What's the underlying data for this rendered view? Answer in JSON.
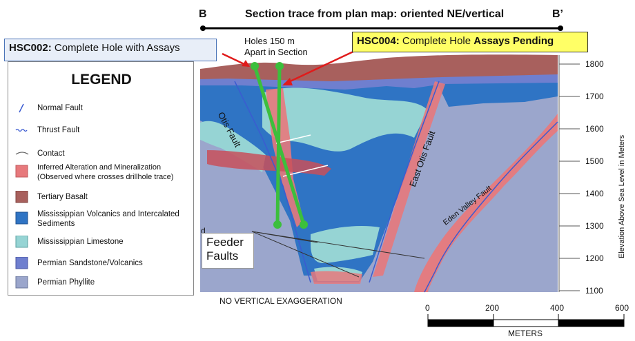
{
  "title": {
    "start_label": "B",
    "end_label": "B’",
    "text": "Section trace from plan map: oriented NE/vertical"
  },
  "callouts": {
    "hsc002_id": "HSC002:",
    "hsc002_text": "Complete Hole with Assays",
    "hsc004_id": "HSC004:",
    "hsc004_text_a": "Complete Hole",
    "hsc004_text_b": "Assays Pending",
    "holes_spacing_line1": "Holes 150 m",
    "holes_spacing_line2": "Apart in Section"
  },
  "legend": {
    "title": "LEGEND",
    "items": [
      {
        "label": "Normal Fault",
        "symbol": "normal-fault",
        "color": "#3b5bd1"
      },
      {
        "label": "Thrust Fault",
        "symbol": "thrust-fault",
        "color": "#3b5bd1"
      },
      {
        "label": "Contact",
        "symbol": "contact",
        "color": "#666666"
      },
      {
        "label": "Inferred Alteration and Mineralization (Observed where crosses drillhole trace)",
        "symbol": "swatch",
        "color": "#e7797c"
      },
      {
        "label": "Tertiary Basalt",
        "symbol": "swatch",
        "color": "#a8605d"
      },
      {
        "label": "Mississippian Volcanics and Intercalated Sediments",
        "symbol": "swatch",
        "color": "#2f74c4"
      },
      {
        "label": "Mississippian Limestone",
        "symbol": "swatch",
        "color": "#96d4d4"
      },
      {
        "label": "Permian Sandstone/Volcanics",
        "symbol": "swatch",
        "color": "#6f7fcf"
      },
      {
        "label": "Permian Phyllite",
        "symbol": "swatch",
        "color": "#9ba6cc"
      }
    ]
  },
  "fault_labels": {
    "otis": "Otis Fault",
    "east_otis": "East Otis Fault",
    "eden_valley": "Eden Valley Fault"
  },
  "feeder": {
    "line1": "Feeder",
    "line2": "Faults",
    "stray_letter": "d"
  },
  "elevation_axis": {
    "label": "Elevation Above Sea Level in Meters",
    "ticks": [
      "1800",
      "1700",
      "1600",
      "1500",
      "1400",
      "1300",
      "1200",
      "1100"
    ]
  },
  "scale_bar": {
    "ticks": [
      "0",
      "200",
      "400",
      "600"
    ],
    "unit": "METERS"
  },
  "note": "NO VERTICAL EXAGGERATION",
  "colors": {
    "basalt": "#a8605d",
    "volcanics": "#2f74c4",
    "limestone": "#96d4d4",
    "sandstone": "#6f7fcf",
    "phyllite": "#9ba6cc",
    "alteration": "#e7797c",
    "drillhole": "#3cbf3c",
    "arrow": "#e01b1b",
    "callout_yellow": "#ffff66",
    "callout_blue": "#e8eef8"
  }
}
